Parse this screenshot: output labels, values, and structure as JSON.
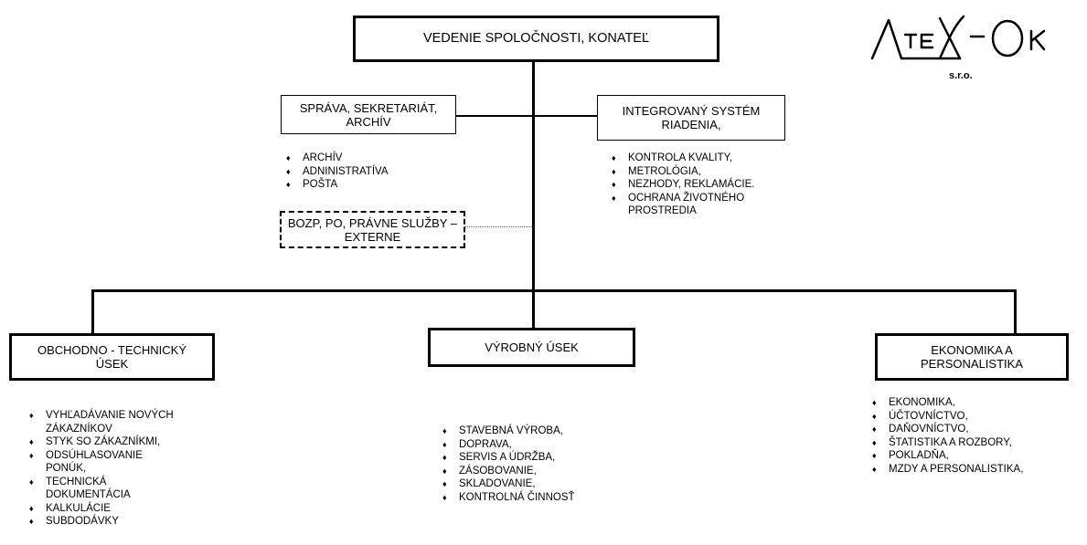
{
  "top_box": {
    "label": "VEDENIE SPOLOČNOSTI, KONATEĽ"
  },
  "staff_left": {
    "label": "SPRÁVA, SEKRETARIÁT, ARCHÍV",
    "items": [
      "ARCHÍV",
      "ADNINISTRATÍVA",
      "POŠTA"
    ]
  },
  "staff_right": {
    "label": "INTEGROVANÝ SYSTÉM RIADENIA,",
    "items": [
      "KONTROLA KVALITY,",
      "METROLÓGIA,",
      "NEZHODY, REKLAMÁCIE.",
      "OCHRANA ŽIVOTNÉHO PROSTREDIA"
    ]
  },
  "external_box": {
    "label": "BOZP, PO, PRÁVNE SLUŽBY – EXTERNE"
  },
  "division_left": {
    "label": "OBCHODNO - TECHNICKÝ ÚSEK",
    "items": [
      "VYHĽADÁVANIE NOVÝCH ZÁKAZNÍKOV",
      "STYK SO ZÁKAZNÍKMI,",
      "ODSÚHLASOVANIE PONÚK,",
      "TECHNICKÁ DOKUMENTÁCIA",
      "KALKULÁCIE",
      "SUBDODÁVKY"
    ]
  },
  "division_center": {
    "label": "VÝROBNÝ ÚSEK",
    "items": [
      "STAVEBNÁ VÝROBA,",
      "DOPRAVA,",
      "SERVIS A ÚDRŽBA,",
      "ZÁSOBOVANIE,",
      "SKLADOVANIE,",
      "KONTROLNÁ ČINNOSŤ"
    ]
  },
  "division_right": {
    "label": "EKONOMIKA A PERSONALISTIKA",
    "items": [
      "EKONOMIKA,",
      "ÚČTOVNÍCTVO,",
      "DAŇOVNÍCTVO,",
      "ŠTATISTIKA A ROZBORY,",
      "POKLADŇA,",
      "MZDY A PERSONALISTIKA,"
    ]
  },
  "logo": {
    "name": "AtEX-Ok",
    "subtitle": "s.r.o.",
    "icon": "company-logo"
  }
}
